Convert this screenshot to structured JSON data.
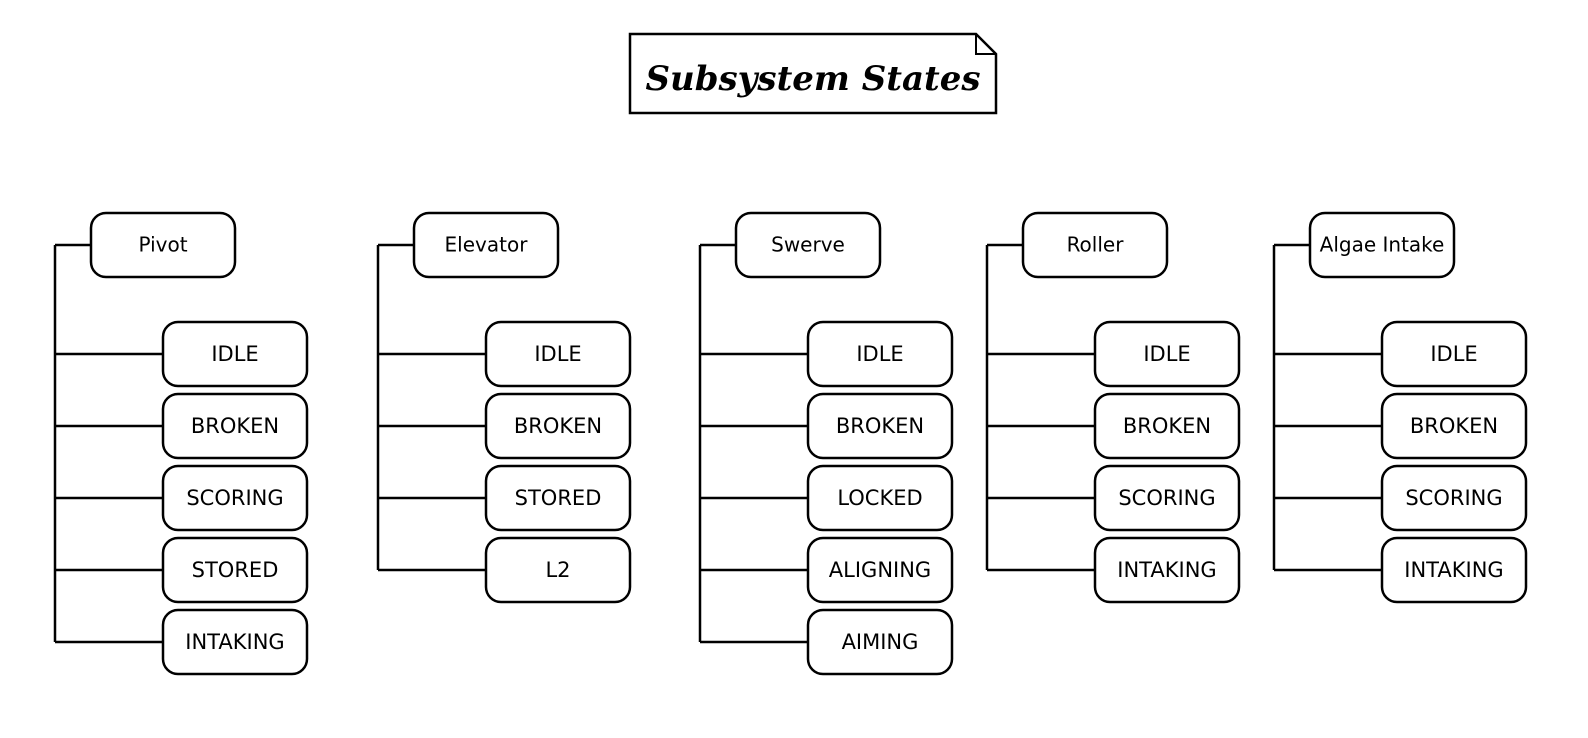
{
  "title": "Subsystem States",
  "subsystems": [
    {
      "name": "Pivot",
      "states": [
        "IDLE",
        "BROKEN",
        "SCORING",
        "STORED",
        "INTAKING"
      ]
    },
    {
      "name": "Elevator",
      "states": [
        "IDLE",
        "BROKEN",
        "STORED",
        "L2"
      ]
    },
    {
      "name": "Swerve",
      "states": [
        "IDLE",
        "BROKEN",
        "LOCKED",
        "ALIGNING",
        "AIMING"
      ]
    },
    {
      "name": "Roller",
      "states": [
        "IDLE",
        "BROKEN",
        "SCORING",
        "INTAKING"
      ]
    },
    {
      "name": "Algae Intake",
      "states": [
        "IDLE",
        "BROKEN",
        "SCORING",
        "INTAKING"
      ]
    }
  ]
}
